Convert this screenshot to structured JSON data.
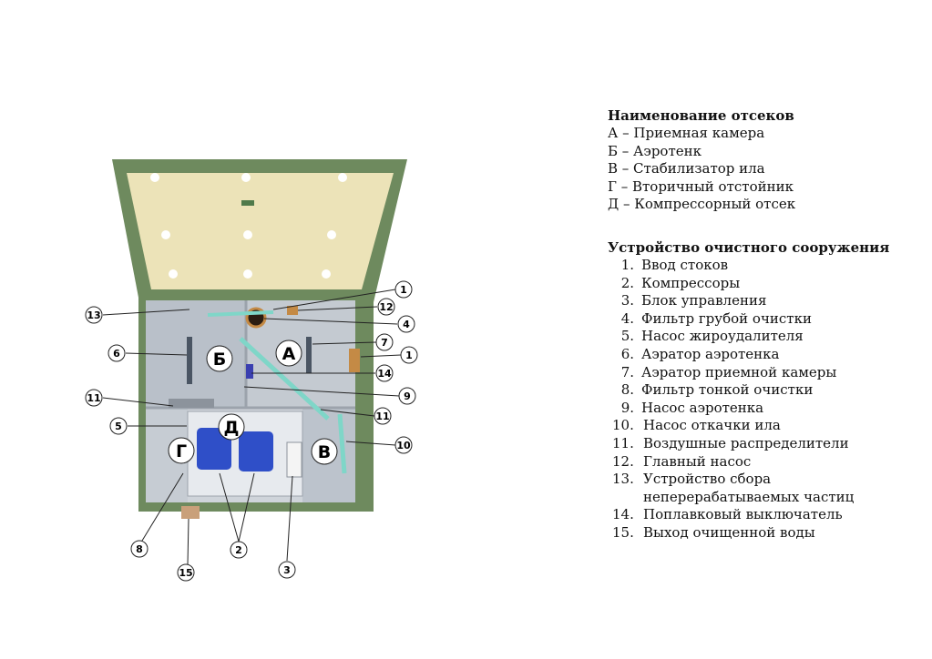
{
  "compartments": {
    "title": "Наименование отсеков",
    "items": [
      "А – Приемная камера",
      "Б – Аэротенк",
      "В – Стабилизатор ила",
      "Г – Вторичный отстойник",
      "Д – Компрессорный отсек"
    ]
  },
  "device": {
    "title": "Устройство очистного сооружения",
    "items": [
      {
        "num": "1.",
        "text": "Ввод стоков"
      },
      {
        "num": "2.",
        "text": "Компрессоры"
      },
      {
        "num": "3.",
        "text": "Блок управления"
      },
      {
        "num": "4.",
        "text": "Фильтр грубой очистки"
      },
      {
        "num": "5.",
        "text": "Насос жироудалителя"
      },
      {
        "num": "6.",
        "text": "Аэратор аэротенка"
      },
      {
        "num": "7.",
        "text": "Аэратор приемной камеры"
      },
      {
        "num": "8.",
        "text": "Фильтр тонкой очистки"
      },
      {
        "num": "9.",
        "text": "Насос аэротенка"
      },
      {
        "num": "10.",
        "text": "Насос откачки ила"
      },
      {
        "num": "11.",
        "text": "Воздушные распределители"
      },
      {
        "num": "12.",
        "text": "Главный насос"
      },
      {
        "num": "13.",
        "text": "Устройство сбора неперерабатываемых частиц"
      },
      {
        "num": "14.",
        "text": "Поплавковый выключатель"
      },
      {
        "num": "15.",
        "text": "Выход очищенной воды"
      }
    ]
  },
  "diagram": {
    "letters": {
      "a": "А",
      "b": "Б",
      "v": "В",
      "g": "Г",
      "d": "Д"
    },
    "callouts": [
      "1",
      "12",
      "4",
      "7",
      "1",
      "14",
      "9",
      "11",
      "10",
      "13",
      "6",
      "11",
      "5",
      "8",
      "15",
      "2",
      "3"
    ],
    "colors": {
      "housing": "#6e8a5e",
      "lid_inner": "#ece3b8",
      "compressor": "#2f4fc8",
      "pipe": "#7fd6c8"
    }
  }
}
